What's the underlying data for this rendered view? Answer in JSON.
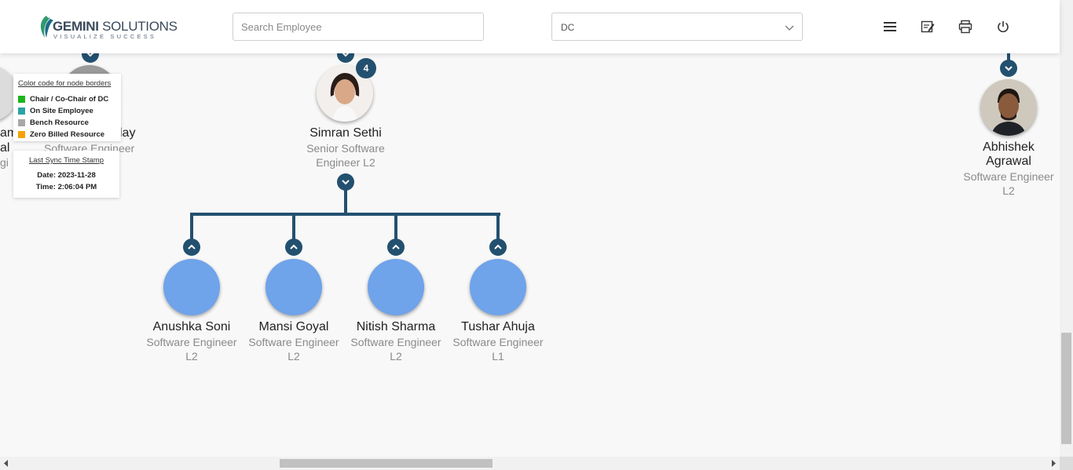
{
  "header": {
    "logo_brand": "GEMINI",
    "logo_brand_2": "SOLUTIONS",
    "logo_tagline": "VISUALIZE SUCCESS",
    "search_placeholder": "Search Employee",
    "select_value": "DC",
    "icons": [
      "menu-icon",
      "edit-note-icon",
      "print-icon",
      "power-icon"
    ]
  },
  "colors": {
    "primary": "#23506f",
    "node_placeholder": "#6fa3ea",
    "chair": "#1cb51c",
    "onsite": "#2aa3a3",
    "bench": "#a8a8a8",
    "zero_billed": "#f5a300"
  },
  "legend": {
    "title": "Color code for node borders",
    "items": [
      {
        "label": "Chair / Co-Chair of DC"
      },
      {
        "label": "On Site Employee"
      },
      {
        "label": "Bench Resource"
      },
      {
        "label": "Zero Billed Resource"
      }
    ]
  },
  "sync": {
    "title": "Last Sync Time Stamp",
    "date": "Date: 2023-11-28",
    "time": "Time: 2:06:04 PM"
  },
  "partial_nodes": {
    "left1_name": "am",
    "left1_name2": "al",
    "left1_desig": "gi",
    "left2_name": "lay",
    "left2_desig": "Software Engineer"
  },
  "parent": {
    "name": "Simran Sethi",
    "desig1": "Senior Software",
    "desig2": "Engineer L2",
    "count": "4"
  },
  "right_node": {
    "name1": "Abhishek",
    "name2": "Agrawal",
    "desig1": "Software Engineer",
    "desig2": "L2"
  },
  "children": [
    {
      "name": "Anushka Soni",
      "desig1": "Software Engineer",
      "desig2": "L2"
    },
    {
      "name": "Mansi Goyal",
      "desig1": "Software Engineer",
      "desig2": "L2"
    },
    {
      "name": "Nitish Sharma",
      "desig1": "Software Engineer",
      "desig2": "L2"
    },
    {
      "name": "Tushar Ahuja",
      "desig1": "Software Engineer",
      "desig2": "L1"
    }
  ]
}
